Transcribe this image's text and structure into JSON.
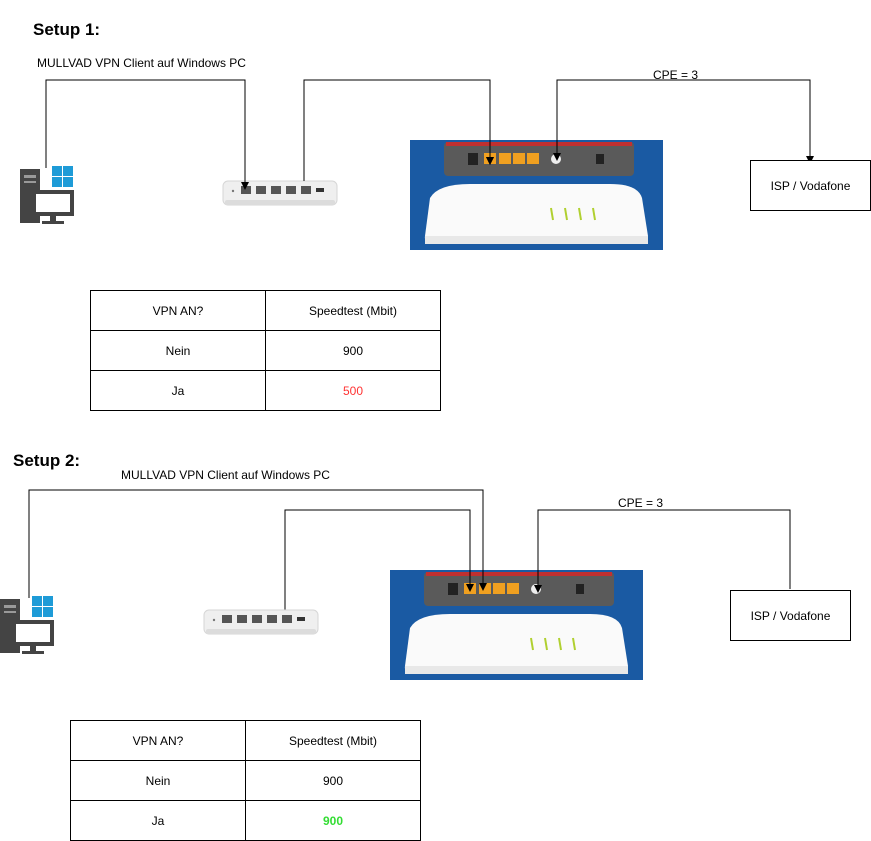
{
  "setup1": {
    "title": "Setup 1:",
    "pc_label": "MULLVAD VPN Client auf Windows PC",
    "cpe_label": "CPE = 3",
    "isp_label": "ISP / Vodafone",
    "table": {
      "headers": [
        "VPN AN?",
        "Speedtest (Mbit)"
      ],
      "rows": [
        {
          "vpn": "Nein",
          "speed": "900"
        },
        {
          "vpn": "Ja",
          "speed": "500"
        }
      ]
    },
    "highlight_color": "#ff3333"
  },
  "setup2": {
    "title": "Setup 2:",
    "pc_label": "MULLVAD VPN Client auf Windows PC",
    "cpe_label": "CPE = 3",
    "isp_label": "ISP / Vodafone",
    "table": {
      "headers": [
        "VPN AN?",
        "Speedtest (Mbit)"
      ],
      "rows": [
        {
          "vpn": "Nein",
          "speed": "900"
        },
        {
          "vpn": "Ja",
          "speed": "900"
        }
      ]
    },
    "highlight_color": "#33dd33"
  },
  "icons": {
    "pc": "windows-pc-icon",
    "switch": "network-switch-icon",
    "router": "fritzbox-router-icon"
  }
}
